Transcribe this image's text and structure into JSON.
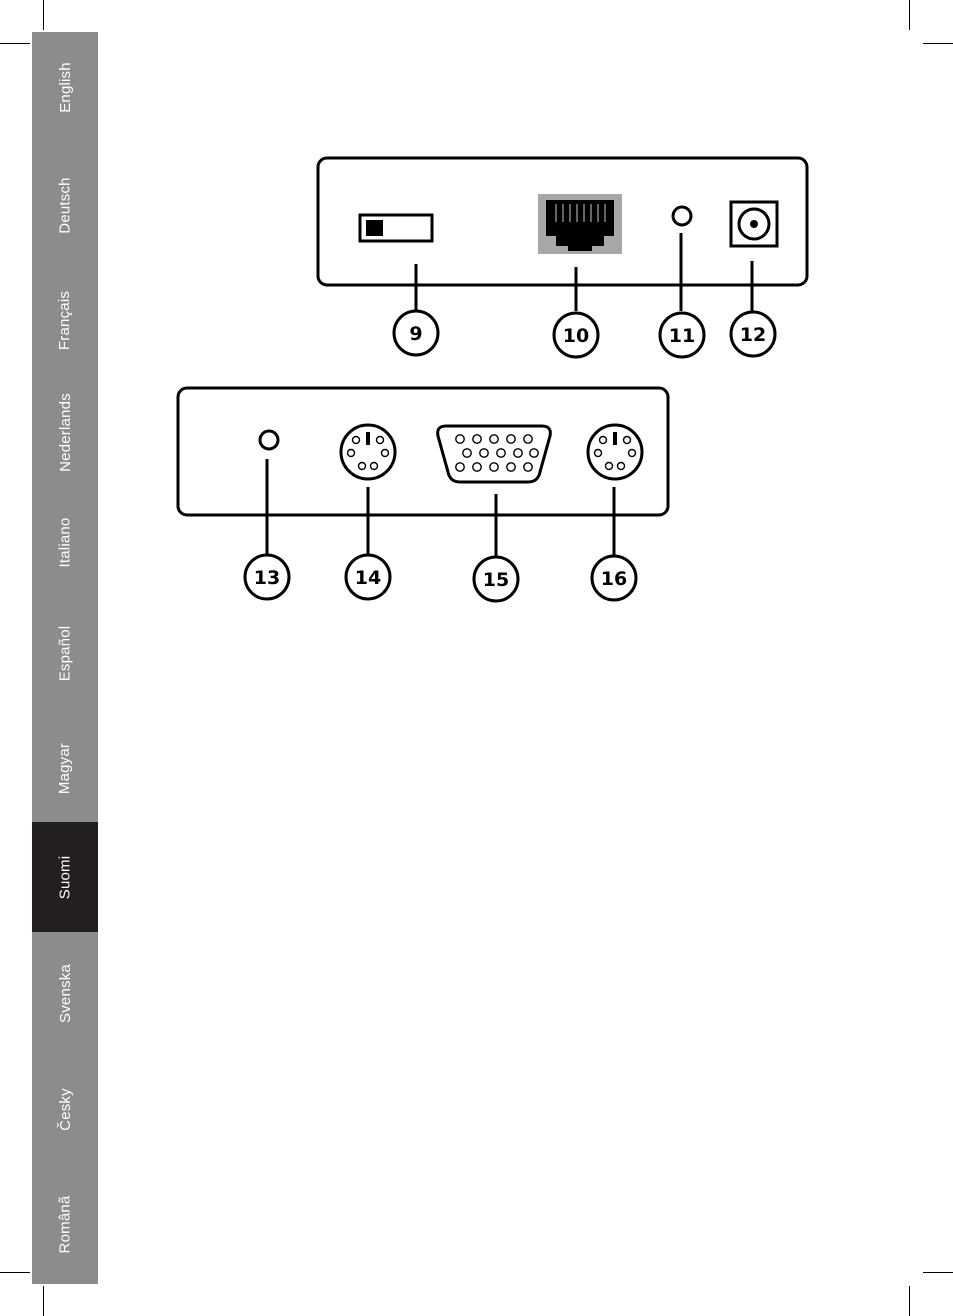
{
  "languages": [
    {
      "label": "English",
      "active": false
    },
    {
      "label": "Deutsch",
      "active": false
    },
    {
      "label": "Français",
      "active": false
    },
    {
      "label": "Nederlands",
      "active": false
    },
    {
      "label": "Italiano",
      "active": false
    },
    {
      "label": "Español",
      "active": false
    },
    {
      "label": "Magyar",
      "active": false
    },
    {
      "label": "Suomi",
      "active": true
    },
    {
      "label": "Svenska",
      "active": false
    },
    {
      "label": "Česky",
      "active": false
    },
    {
      "label": "Românã",
      "active": false
    }
  ],
  "colors": {
    "sidebar": "#8c8c8c",
    "active_tab": "#231f20",
    "tab_text": "#ffffff",
    "ink": "#000000"
  },
  "diagram": {
    "top_panel_callouts": [
      "9",
      "10",
      "11",
      "12"
    ],
    "bottom_panel_callouts": [
      "13",
      "14",
      "15",
      "16"
    ],
    "top_panel_parts": [
      "switch-icon",
      "rj45-port-icon",
      "led-icon",
      "dc-power-jack-icon"
    ],
    "bottom_panel_parts": [
      "led-icon",
      "ps2-port-icon",
      "vga-port-icon",
      "ps2-port-icon"
    ]
  }
}
